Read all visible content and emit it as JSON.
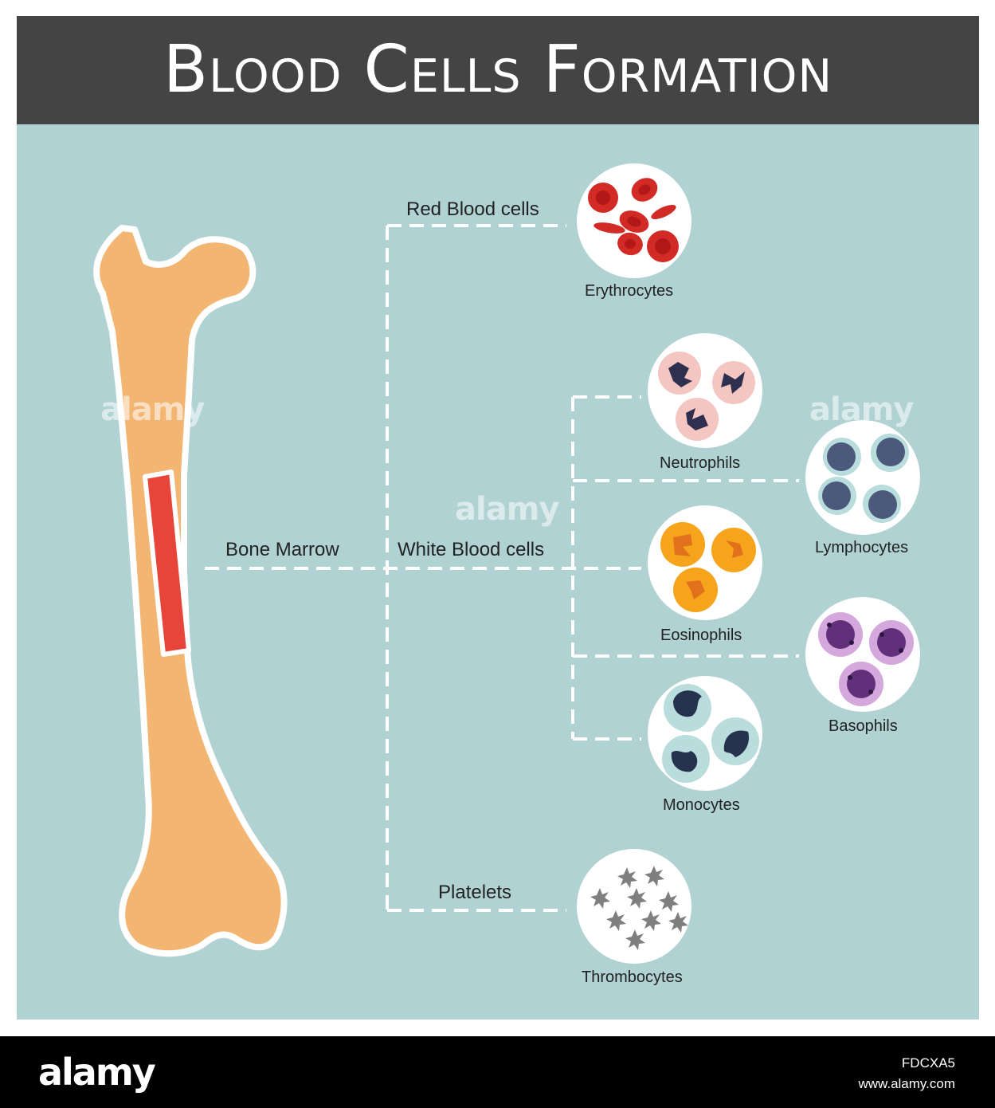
{
  "title": "Blood Cells Formation",
  "labels": {
    "bone_marrow": "Bone Marrow",
    "red_blood_cells": "Red Blood cells",
    "white_blood_cells": "White Blood cells",
    "platelets": "Platelets"
  },
  "cells": {
    "erythrocytes": "Erythrocytes",
    "neutrophils": "Neutrophils",
    "lymphocytes": "Lymphocytes",
    "eosinophils": "Eosinophils",
    "basophils": "Basophils",
    "monocytes": "Monocytes",
    "thrombocytes": "Thrombocytes"
  },
  "watermark": {
    "text": "alamy",
    "image_id": "FDCXA5",
    "url": "www.alamy.com"
  },
  "colors": {
    "header": "#444444",
    "background": "#b0d2d3",
    "bone": "#f2b572",
    "marrow": "#e8453a",
    "connector": "#ffffff"
  }
}
